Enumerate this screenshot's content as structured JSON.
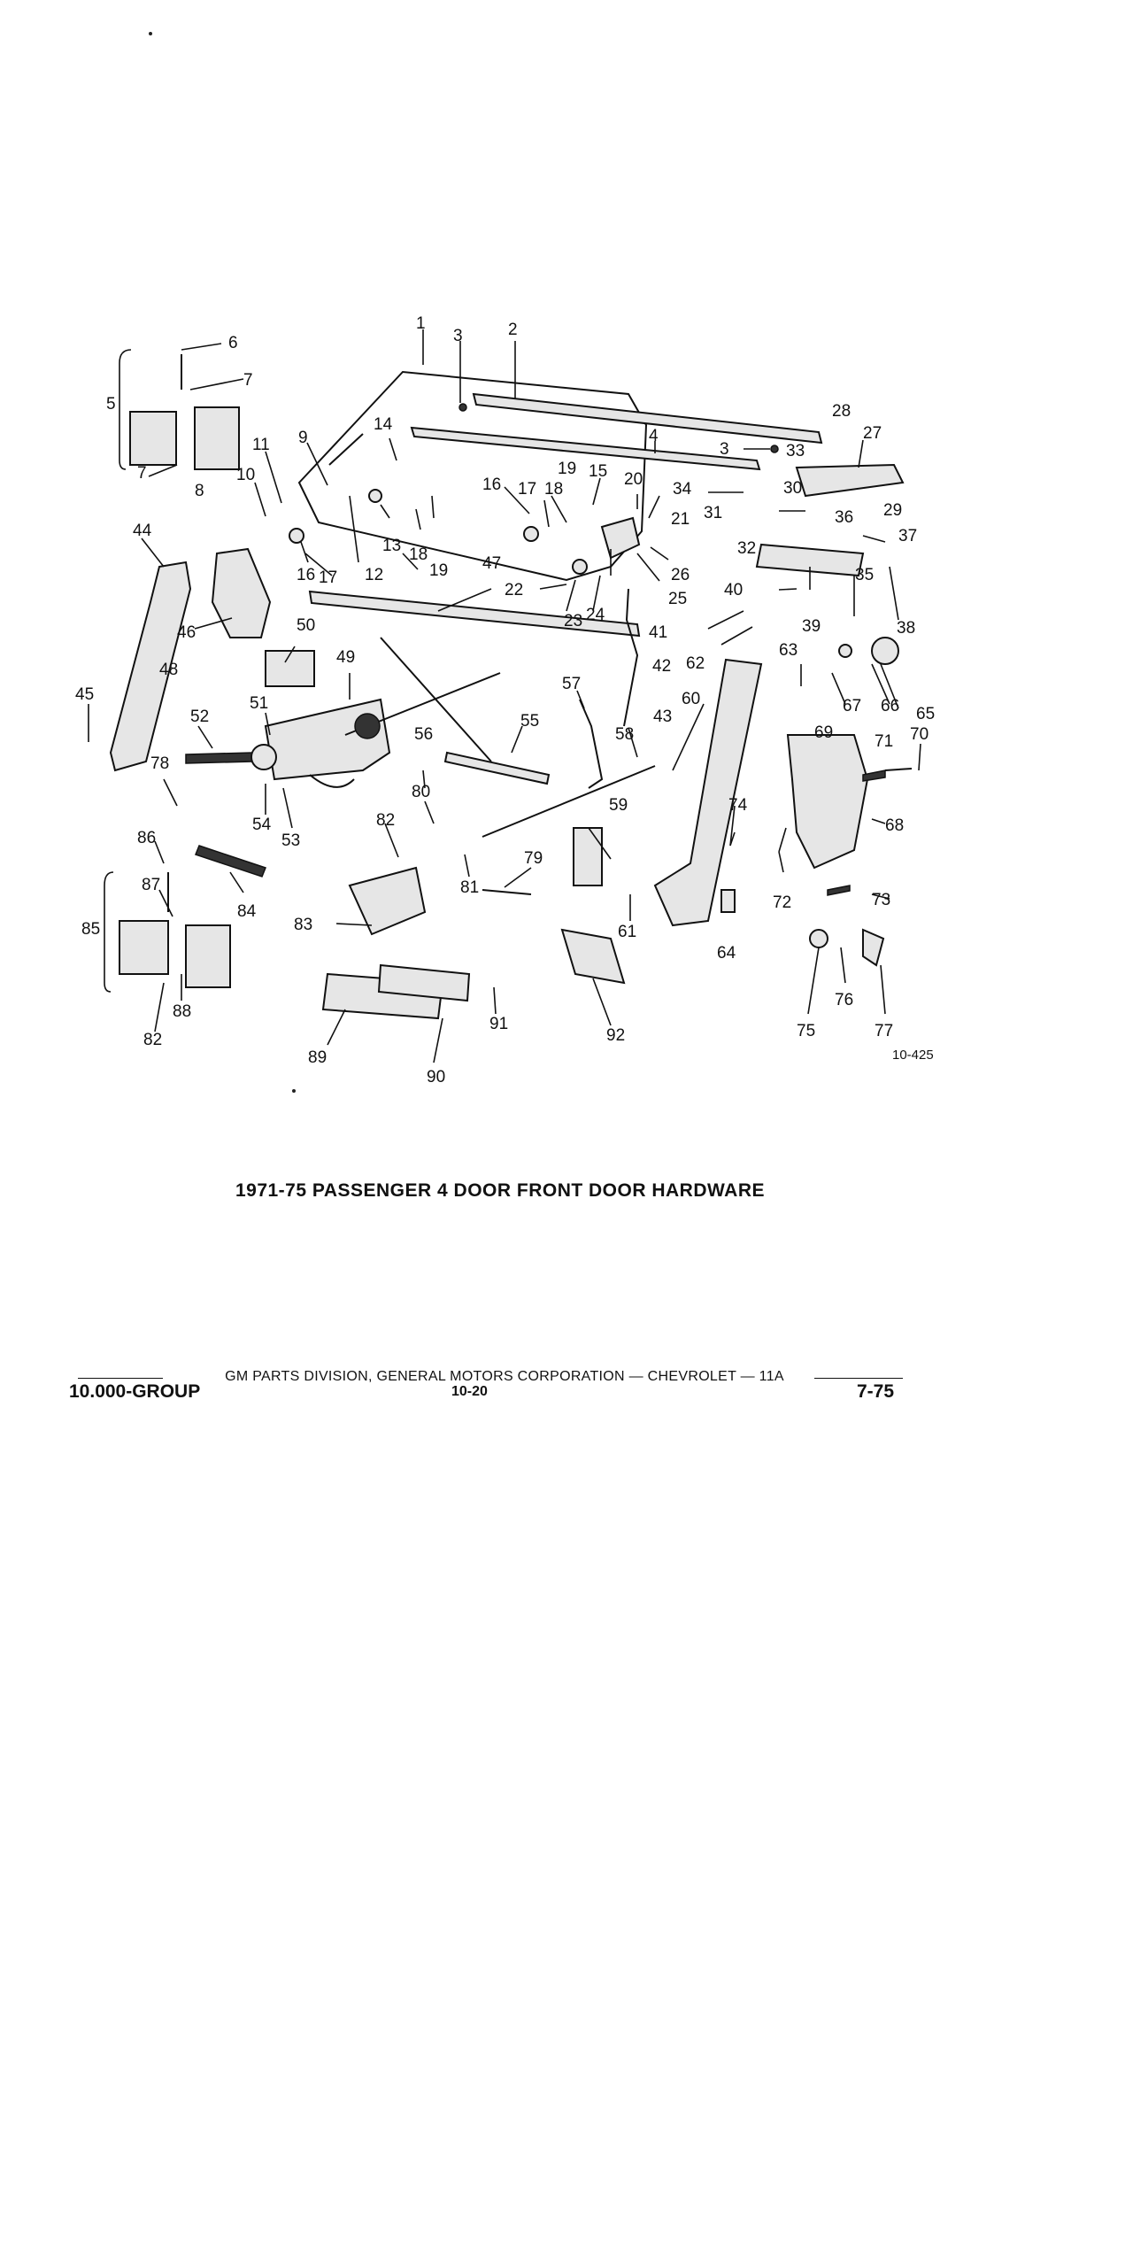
{
  "diagram": {
    "callouts": [
      "1",
      "2",
      "3",
      "3",
      "4",
      "5",
      "6",
      "7",
      "7",
      "8",
      "9",
      "10",
      "11",
      "12",
      "13",
      "14",
      "15",
      "16",
      "16",
      "17",
      "17",
      "18",
      "18",
      "19",
      "19",
      "20",
      "21",
      "22",
      "23",
      "24",
      "25",
      "26",
      "27",
      "28",
      "29",
      "30",
      "31",
      "32",
      "33",
      "34",
      "35",
      "36",
      "37",
      "38",
      "39",
      "40",
      "41",
      "42",
      "43",
      "44",
      "45",
      "46",
      "47",
      "48",
      "49",
      "50",
      "51",
      "52",
      "53",
      "54",
      "55",
      "56",
      "57",
      "58",
      "59",
      "60",
      "61",
      "62",
      "63",
      "64",
      "65",
      "66",
      "67",
      "68",
      "69",
      "70",
      "71",
      "72",
      "73",
      "74",
      "75",
      "76",
      "77",
      "78",
      "79",
      "80",
      "81",
      "82",
      "82",
      "83",
      "84",
      "85",
      "86",
      "87",
      "88",
      "89",
      "90",
      "91",
      "92"
    ],
    "figure_number": "10-425"
  },
  "caption": "1971-75 PASSENGER 4 DOOR FRONT DOOR HARDWARE",
  "footer": {
    "publisher_line": "GM PARTS DIVISION, GENERAL MOTORS CORPORATION — CHEVROLET — 11A",
    "group": "10.000-GROUP",
    "page": "10-20",
    "date": "7-75"
  }
}
